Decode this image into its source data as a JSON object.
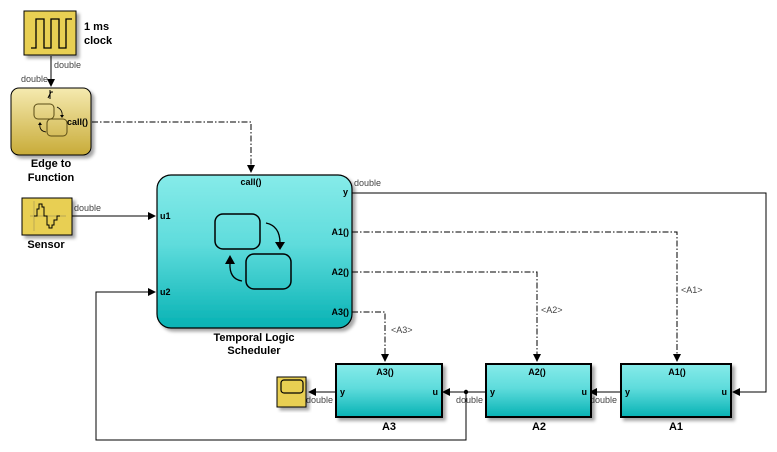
{
  "diagram": {
    "colors": {
      "yellow_block": "#e8cf52",
      "chart_block_top": "#f3e8a8",
      "chart_block_bottom": "#c9ad3a",
      "cyan_top": "#85eae8",
      "cyan_bottom": "#07b3b5",
      "line": "#000000",
      "signal_label": "#444444"
    },
    "blocks": {
      "clock": {
        "label_line1": "1 ms",
        "label_line2": "clock",
        "icon": "pulse-generator-icon"
      },
      "edge_to_function": {
        "label_line1": "Edge to",
        "label_line2": "Function",
        "trigger_icon": "rising-edge-trigger-icon",
        "output_port": "call()"
      },
      "sensor": {
        "label": "Sensor",
        "icon": "signal-waveform-icon"
      },
      "scheduler": {
        "label_line1": "Temporal Logic",
        "label_line2": "Scheduler",
        "trigger_port": "call()",
        "input_ports": [
          "u1",
          "u2"
        ],
        "output_ports": [
          "y",
          "A1()",
          "A2()",
          "A3()"
        ]
      },
      "a3": {
        "label": "A3",
        "trigger_port": "A3()",
        "in_port": "u",
        "out_port": "y"
      },
      "a2": {
        "label": "A2",
        "trigger_port": "A2()",
        "in_port": "u",
        "out_port": "y"
      },
      "a1": {
        "label": "A1",
        "trigger_port": "A1()",
        "in_port": "u",
        "out_port": "y"
      },
      "scope": {
        "icon": "scope-display-icon"
      }
    },
    "signals": {
      "clock_out": "double",
      "edge_in": "double",
      "sensor_out": "double",
      "scheduler_y": "double",
      "a1_out": "double",
      "a2_out": "double",
      "a3_out": "double",
      "a1_call": "<A1>",
      "a2_call": "<A2>",
      "a3_call": "<A3>"
    }
  }
}
